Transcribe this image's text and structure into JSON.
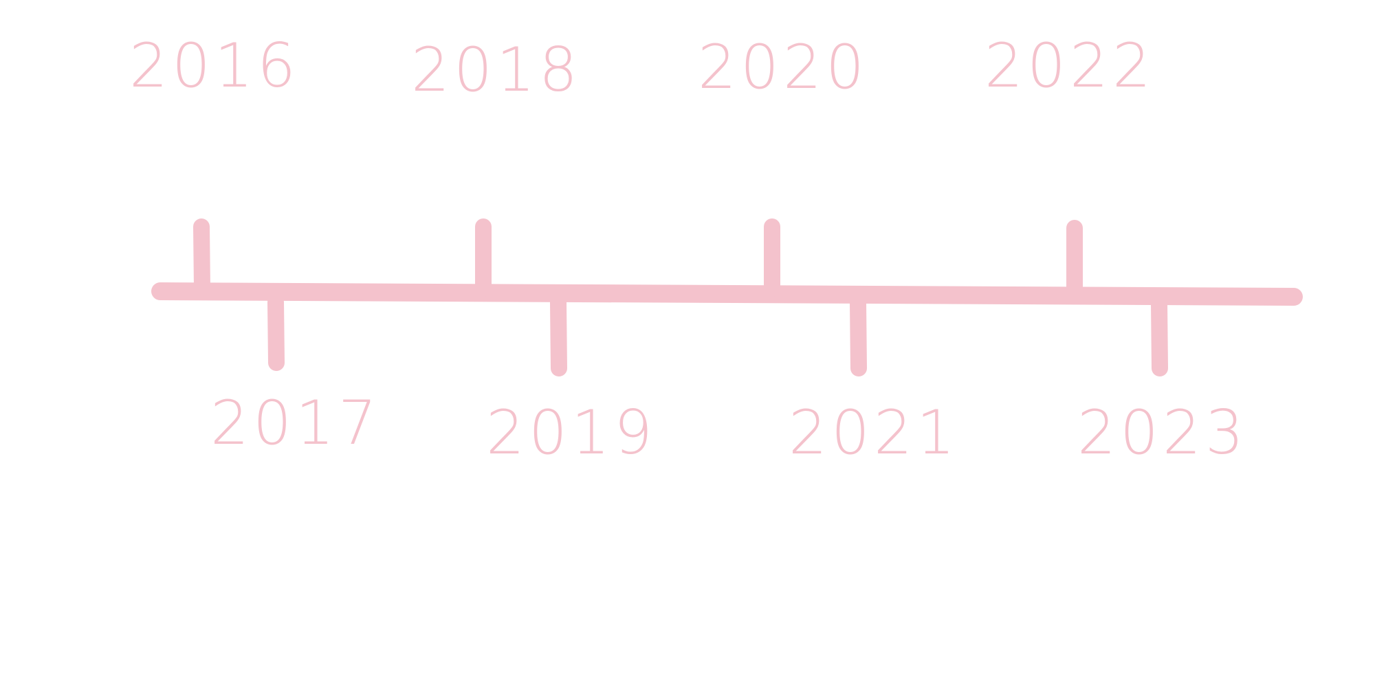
{
  "timeline": {
    "color": "#F4C2CC",
    "years": [
      "2016",
      "2017",
      "2018",
      "2019",
      "2020",
      "2021",
      "2022",
      "2023"
    ]
  }
}
